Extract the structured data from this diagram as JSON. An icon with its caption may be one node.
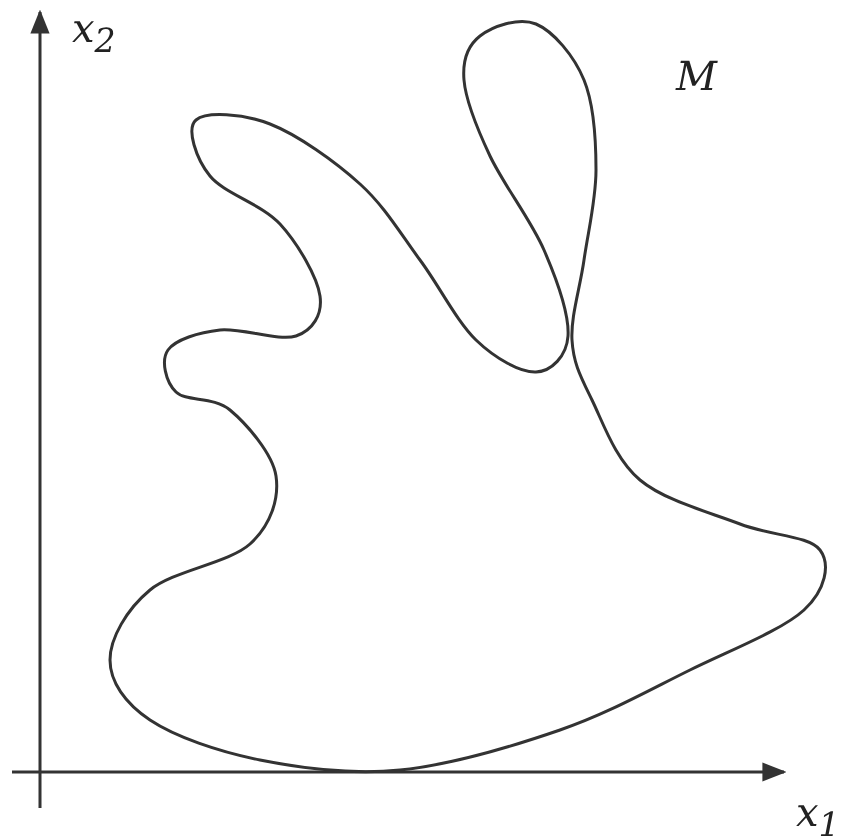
{
  "diagram": {
    "labels": [
      "x$_{2}$",
      "M",
      "x$_{1}$"
    ]
  }
}
